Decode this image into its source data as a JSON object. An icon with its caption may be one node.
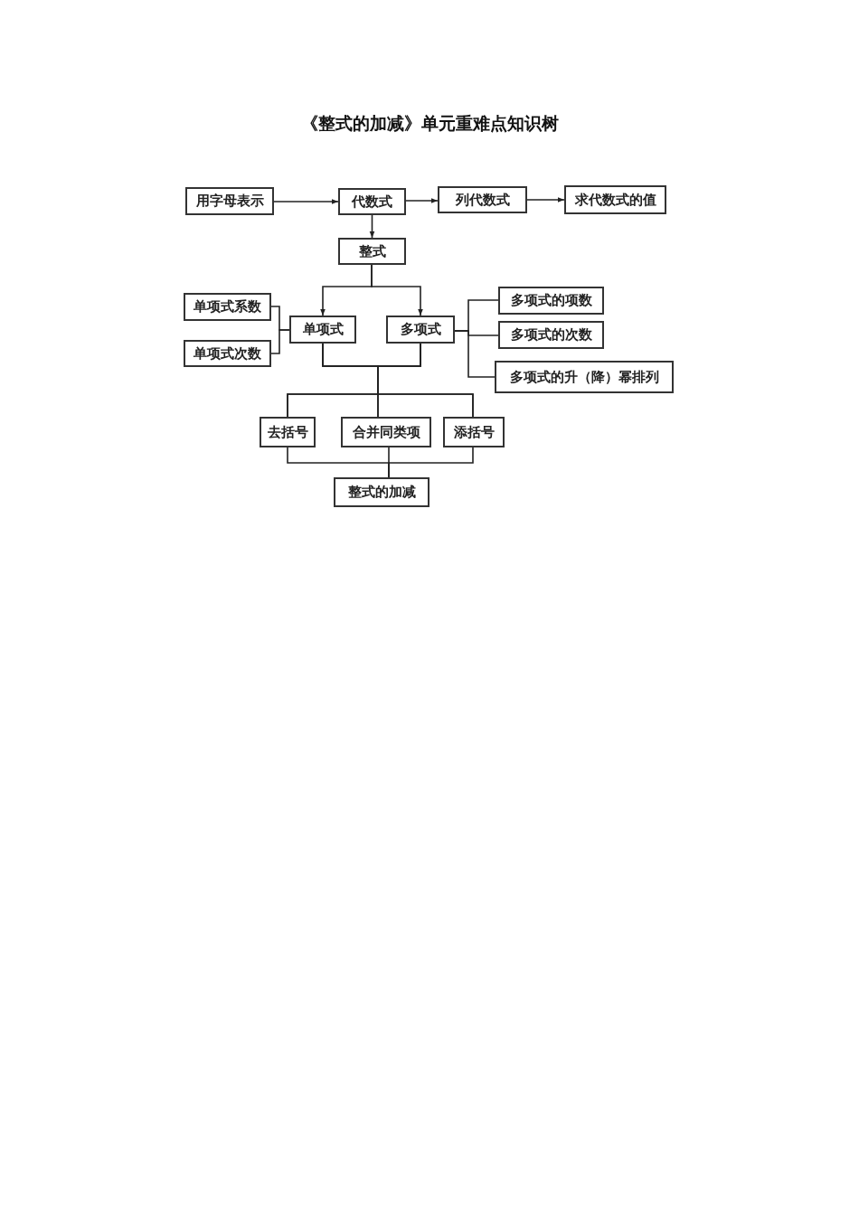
{
  "diagram": {
    "title": "《整式的加减》单元重难点知识树",
    "nodes": [
      {
        "text": [
          "用字母表示"
        ]
      },
      {
        "text": [
          "代数式"
        ]
      },
      {
        "text": [
          "列代数式"
        ]
      },
      {
        "text": [
          "求代数式的值"
        ]
      },
      {
        "text": [
          "整式"
        ]
      },
      {
        "text": [
          "单项式系数"
        ]
      },
      {
        "text": [
          "单项式次数"
        ]
      },
      {
        "text": [
          "单项式"
        ]
      },
      {
        "text": [
          "多项式"
        ]
      },
      {
        "text": [
          "多项式的项数"
        ]
      },
      {
        "text": [
          "多项式的次数"
        ]
      },
      {
        "text": [
          "多项式的升（降）幂排列"
        ]
      },
      {
        "text": [
          "去括号"
        ]
      },
      {
        "text": [
          "合并同类项"
        ]
      },
      {
        "text": [
          "添括号"
        ]
      },
      {
        "text": [
          "整式的加减"
        ]
      }
    ],
    "edges": [
      {
        "from": 0,
        "to": 1,
        "arrow": "to"
      },
      {
        "from": 1,
        "to": 2,
        "arrow": "to"
      },
      {
        "from": 2,
        "to": 3,
        "arrow": "to"
      },
      {
        "from": 1,
        "to": 4,
        "arrow": "to"
      },
      {
        "from": 4,
        "to": 7,
        "arrow": "to"
      },
      {
        "from": 4,
        "to": 8,
        "arrow": "to"
      },
      {
        "from": 5,
        "to": 7,
        "arrow": "none"
      },
      {
        "from": 6,
        "to": 7,
        "arrow": "none"
      },
      {
        "from": 8,
        "to": 9,
        "arrow": "none"
      },
      {
        "from": 8,
        "to": 10,
        "arrow": "none"
      },
      {
        "from": 8,
        "to": 11,
        "arrow": "none"
      },
      {
        "from": 7,
        "to": 12,
        "arrow": "none"
      },
      {
        "from": 7,
        "to": 13,
        "arrow": "none"
      },
      {
        "from": 7,
        "to": 14,
        "arrow": "none"
      },
      {
        "from": 8,
        "to": 12,
        "arrow": "none"
      },
      {
        "from": 8,
        "to": 13,
        "arrow": "none"
      },
      {
        "from": 8,
        "to": 14,
        "arrow": "none"
      },
      {
        "from": 12,
        "to": 15,
        "arrow": "none"
      },
      {
        "from": 13,
        "to": 15,
        "arrow": "none"
      },
      {
        "from": 14,
        "to": 15,
        "arrow": "none"
      }
    ]
  }
}
